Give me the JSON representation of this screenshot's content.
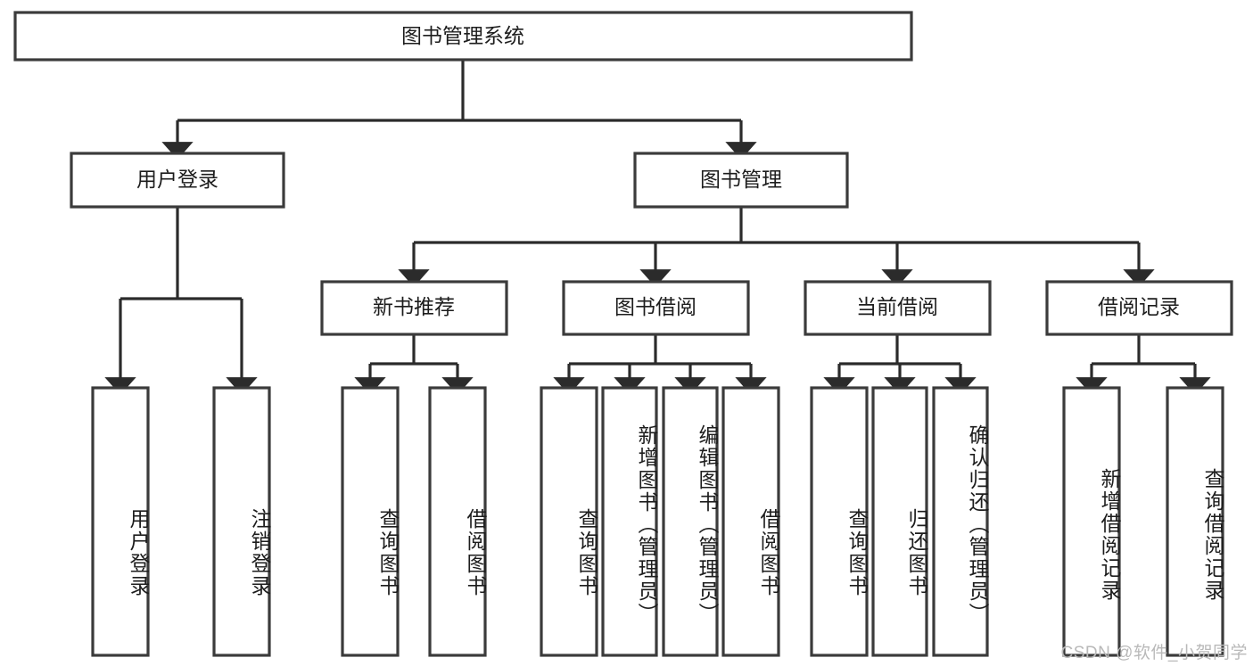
{
  "diagram": {
    "type": "tree-hierarchy-chart",
    "title": "图书管理系统",
    "watermark": "CSDN @软件_小贺同学",
    "colors": {
      "box_stroke": "#3b3b3b",
      "box_fill": "#ffffff",
      "edge": "#2b2b2b",
      "text": "#1d1d1d",
      "watermark": "#b9b9b9",
      "background": "#ffffff"
    },
    "root": {
      "label": "图书管理系统"
    },
    "level2": [
      {
        "label": "用户登录"
      },
      {
        "label": "图书管理"
      }
    ],
    "level3": [
      {
        "label": "新书推荐"
      },
      {
        "label": "图书借阅"
      },
      {
        "label": "当前借阅"
      },
      {
        "label": "借阅记录"
      }
    ],
    "leaves": {
      "user_login": [
        {
          "label": "用户登录"
        },
        {
          "label": "注销登录"
        }
      ],
      "new_book_recommend": [
        {
          "label": "查询图书"
        },
        {
          "label": "借阅图书"
        }
      ],
      "book_borrow": [
        {
          "label": "查询图书"
        },
        {
          "label": "新增图书（管理员）"
        },
        {
          "label": "编辑图书（管理员）"
        },
        {
          "label": "借阅图书"
        }
      ],
      "current_borrow": [
        {
          "label": "查询图书"
        },
        {
          "label": "归还图书"
        },
        {
          "label": "确认归还（管理员）"
        }
      ],
      "borrow_records": [
        {
          "label": "新增借阅记录"
        },
        {
          "label": "查询借阅记录"
        }
      ]
    }
  }
}
